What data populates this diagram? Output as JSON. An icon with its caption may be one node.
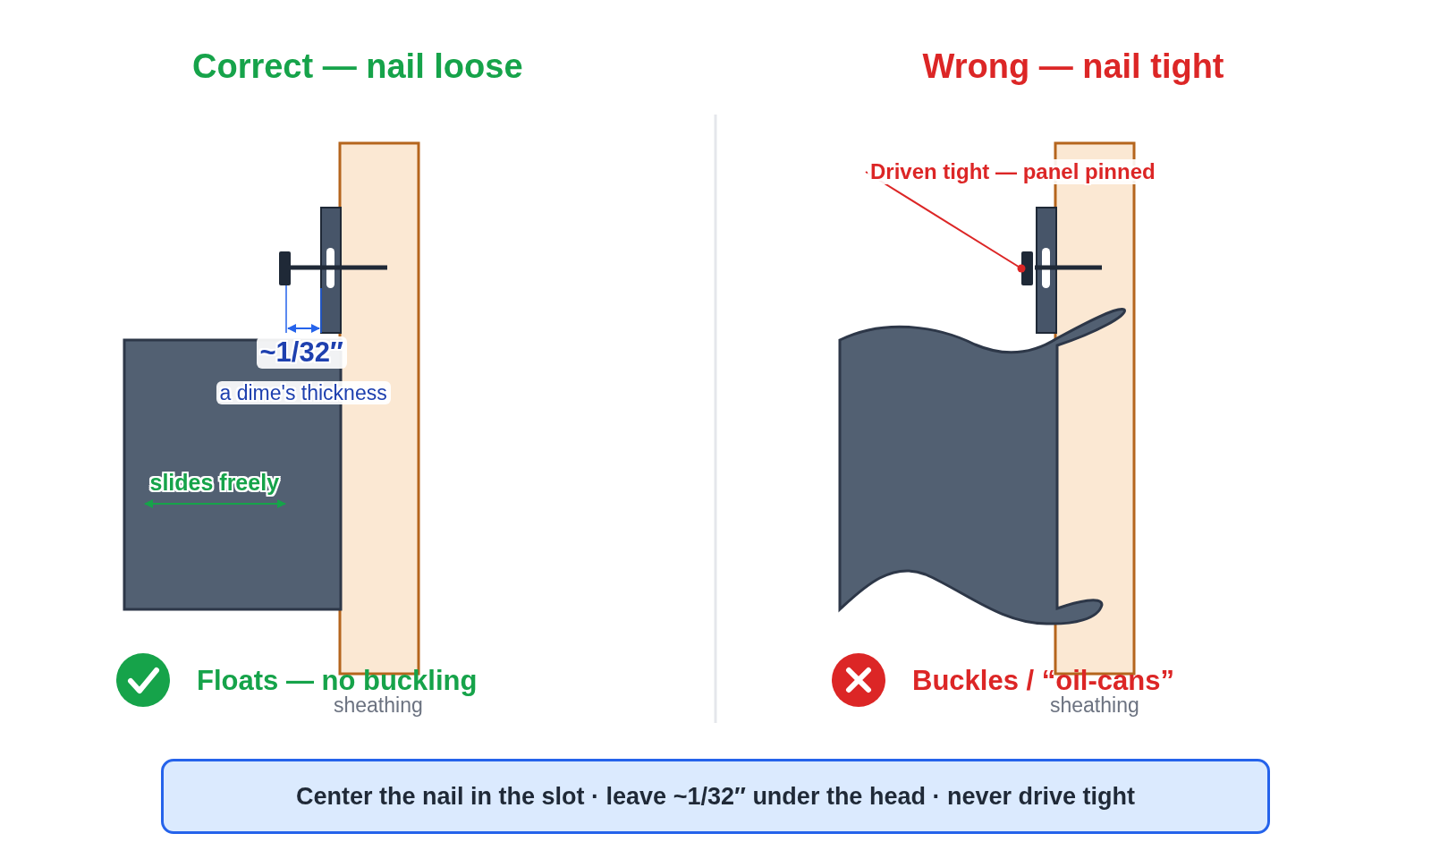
{
  "diagram": {
    "nodes": [
      {
        "text": [
          "Driven tight — panel pinned"
        ]
      },
      {
        "text": [],
        "shape": "bar"
      },
      {
        "text": [
          "Center the nail in the slot · leave ~1/32″ under the head · never drive tight"
        ]
      }
    ],
    "edges": [
      {
        "from": 0,
        "to": 1,
        "arrow": "other",
        "color": "#dc2626"
      }
    ],
    "labels": [
      "Correct — nail loose",
      "Wrong — nail tight",
      "~1/32″",
      "a dime's thickness",
      "slides freely",
      "Floats — no buckling",
      "sheathing",
      "Buckles / “oil-cans”",
      "sheathing"
    ]
  }
}
